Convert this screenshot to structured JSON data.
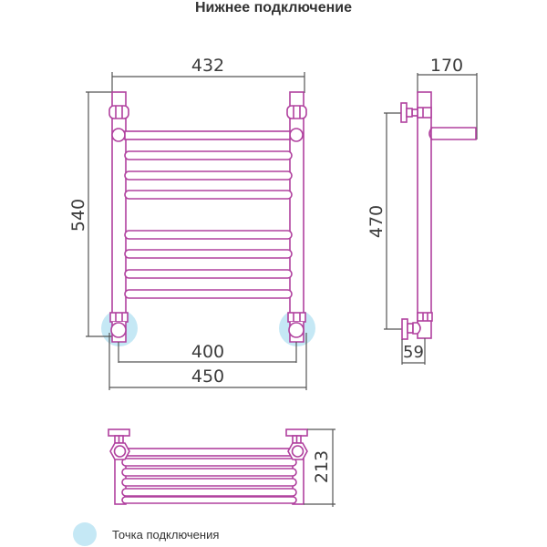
{
  "title": "Нижнее подключение",
  "colors": {
    "pipe": "#b0409e",
    "dimension_line": "#555555",
    "connection_point": "#c5e8f5"
  },
  "front_view": {
    "width_top": "432",
    "height": "540",
    "center_distance": "400",
    "width_total": "450",
    "bars_top_group": 4,
    "bars_bottom_group": 4
  },
  "side_view": {
    "depth": "170",
    "connection_height": "470",
    "wall_offset": "59"
  },
  "top_view": {
    "depth": "213"
  },
  "legend": {
    "connection_point_label": "Точка подключения"
  }
}
